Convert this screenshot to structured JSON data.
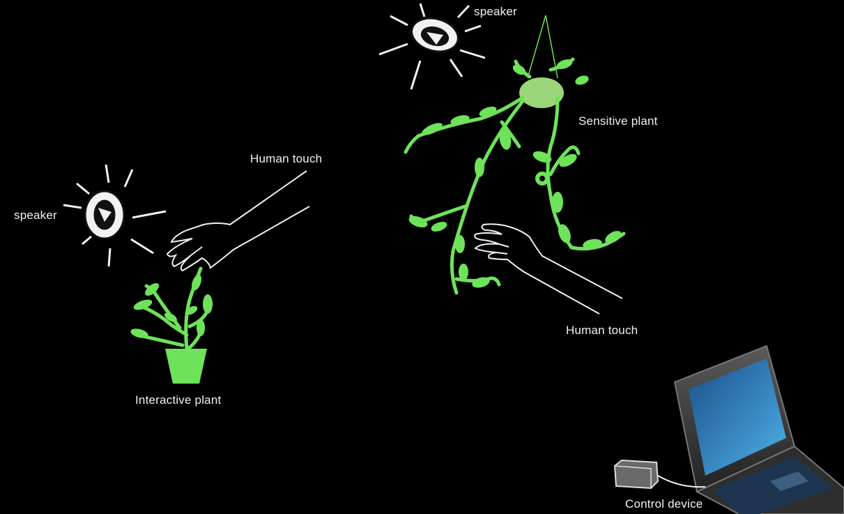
{
  "labels": {
    "speaker_left": "speaker",
    "speaker_top": "speaker",
    "human_touch_left": "Human touch",
    "human_touch_right": "Human touch",
    "interactive_plant": "Interactive plant",
    "sensitive_plant": "Sensitive plant",
    "control_device": "Control device"
  },
  "colors": {
    "background": "#000000",
    "plant_green": "#6ee35a",
    "line_white": "#f2f2f2",
    "screen_blue": "#2f86c9",
    "laptop_gray": "#3a3a3a"
  },
  "icons": [
    "speaker-icon",
    "speaker-icon",
    "hand-icon",
    "hand-icon",
    "potted-plant-icon",
    "hanging-plant-icon",
    "laptop-icon",
    "control-box-icon"
  ]
}
